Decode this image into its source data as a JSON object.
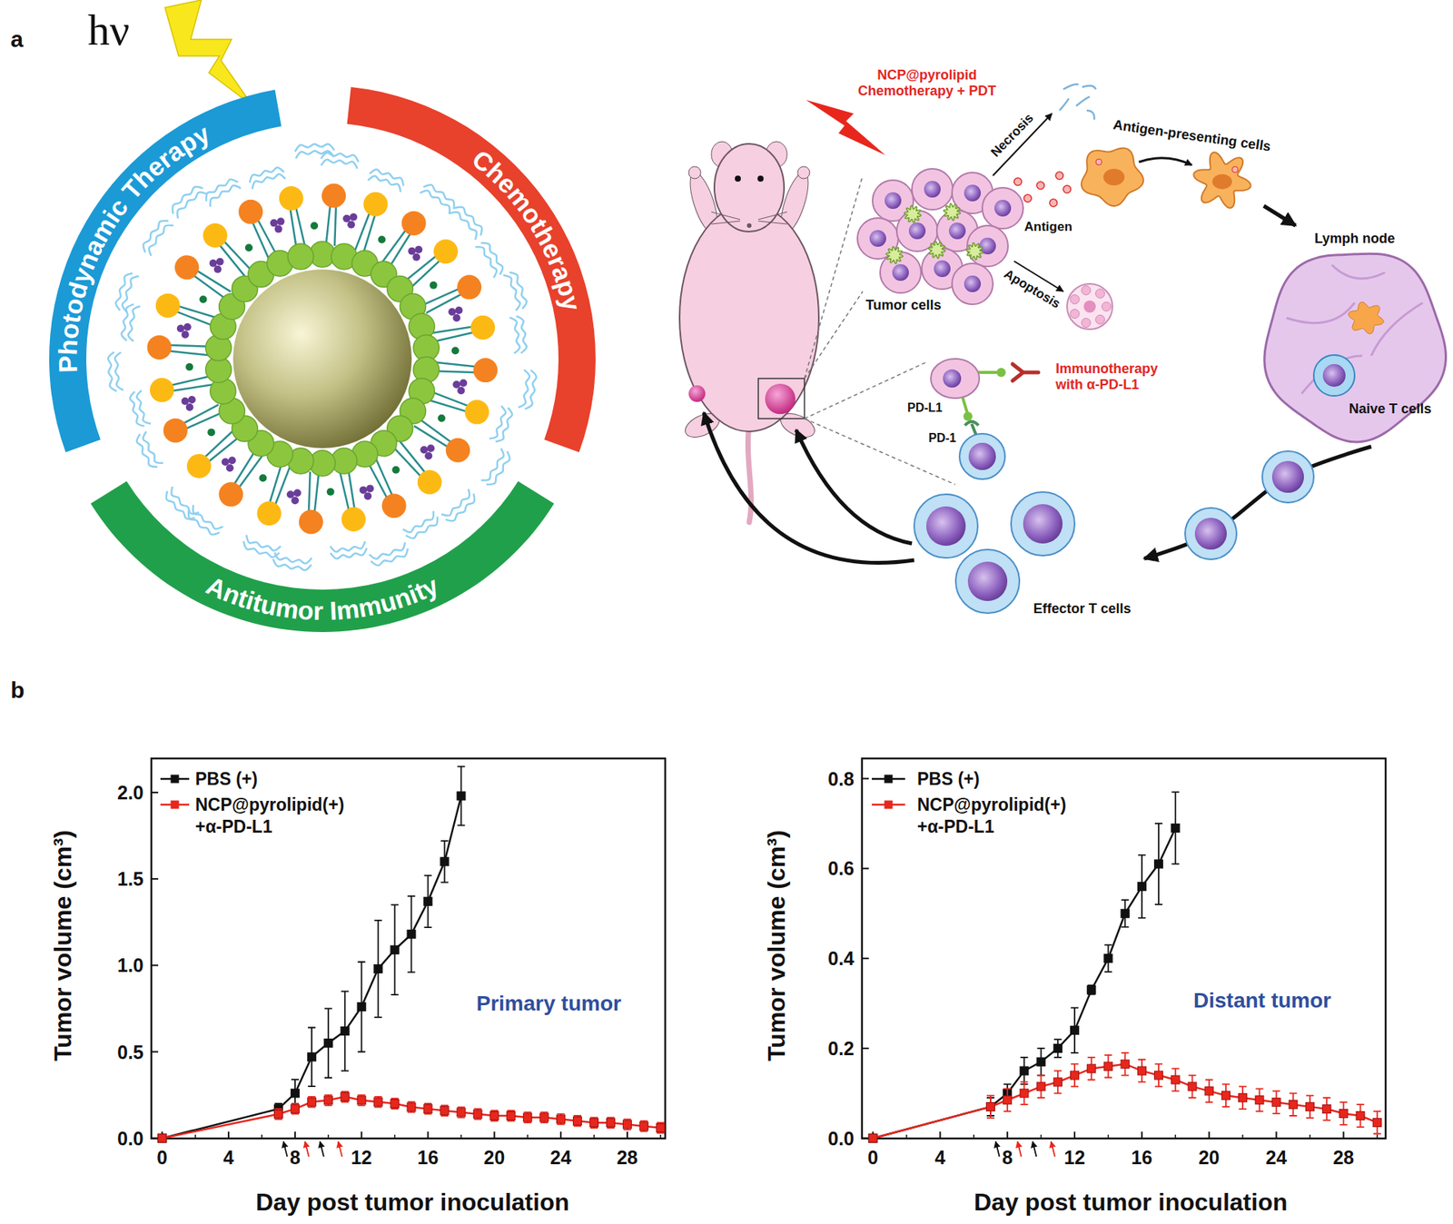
{
  "diagram": {
    "nodes": [
      {
        "text": [
          "Photodynamic Therapy"
        ]
      },
      {
        "text": [
          "Chemotherapy"
        ]
      },
      {
        "text": [
          "Antitumor Immunity"
        ]
      },
      {
        "text": [
          "Tumor cells"
        ]
      },
      {
        "text": [
          "Antigen-presenting cells"
        ]
      },
      {
        "text": [
          "Lymph node"
        ]
      },
      {
        "text": [
          "Naive T cells"
        ],
        "in": 5
      },
      {
        "text": [
          "Effector T cells"
        ]
      }
    ],
    "edges": [
      {
        "from": 4,
        "to": 5,
        "arrow": "to"
      },
      {
        "from": 5,
        "to": 7,
        "arrow": "to"
      }
    ],
    "labels": [
      "a",
      "hν",
      "NCP@pyrolipid Chemotherapy + PDT",
      "Necrosis",
      "Antigen",
      "Apoptosis",
      "Immunotherapy with α-PD-L1",
      "PD-L1",
      "PD-1",
      "b",
      "Tumor volume (cm³)",
      "2.0",
      "1.5",
      "1.0",
      "0.5",
      "0.0",
      "0",
      "4",
      "8",
      "12",
      "16",
      "20",
      "24",
      "28",
      "Day post tumor inoculation",
      "Primary tumor",
      "Tumor volume (cm³)",
      "0.8",
      "0.6",
      "0.4",
      "0.2",
      "0.0",
      "0",
      "4",
      "8",
      "12",
      "16",
      "20",
      "24",
      "28",
      "Day post tumor inoculation",
      "Distant tumor"
    ],
    "legend": [
      {
        "text": "PBS (+)"
      },
      {
        "text": "NCP@pyrolipid(+) +α-PD-L1"
      },
      {
        "text": "PBS (+)"
      },
      {
        "text": "NCP@pyrolipid(+) +α-PD-L1"
      }
    ]
  }
}
